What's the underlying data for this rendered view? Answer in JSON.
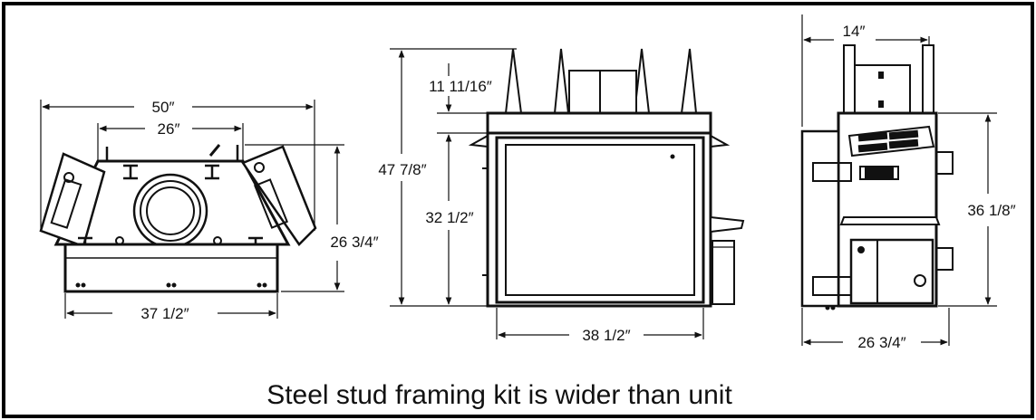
{
  "caption": "Steel stud framing kit is wider than unit",
  "top_view": {
    "overall_width": "50″",
    "inner_width": "26″",
    "depth": "26 3/4″",
    "base_width": "37 1/2″"
  },
  "front_view": {
    "top_height": "11 11/16″",
    "overall_height": "47 7/8″",
    "opening_height": "32 1/2″",
    "width": "38 1/2″"
  },
  "side_view": {
    "top_width": "14″",
    "height": "36 1/8″",
    "depth": "26 3/4″"
  }
}
